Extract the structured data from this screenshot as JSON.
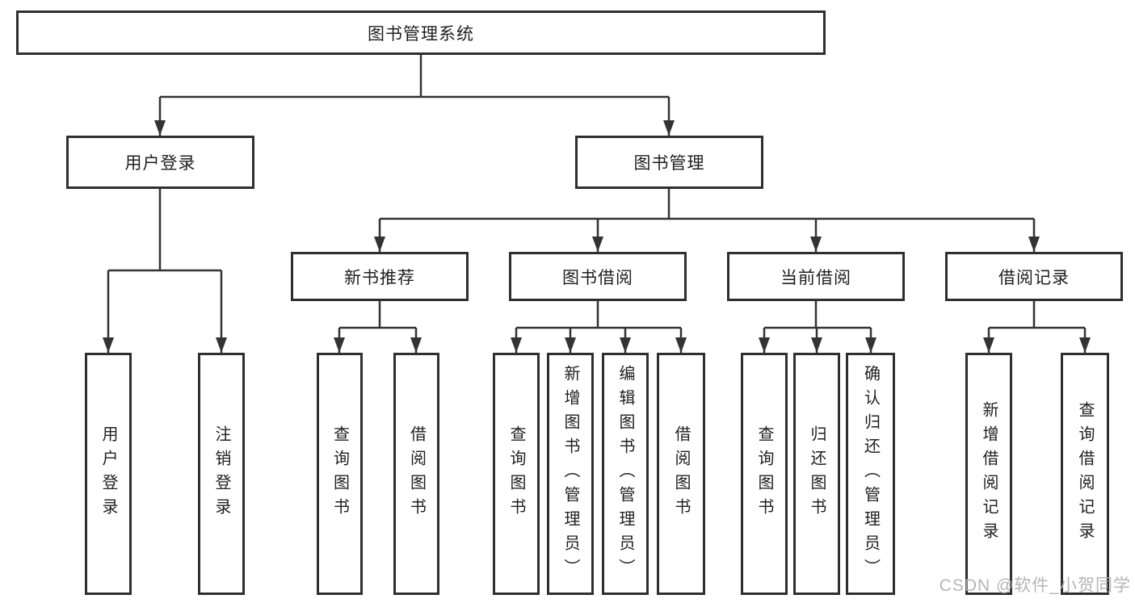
{
  "diagram": {
    "root": {
      "label": "图书管理系统"
    },
    "branches": [
      {
        "label": "用户登录",
        "children": [
          {
            "label": "用户登录"
          },
          {
            "label": "注销登录"
          }
        ]
      },
      {
        "label": "图书管理",
        "children": [
          {
            "label": "新书推荐",
            "children": [
              {
                "label": "查询图书"
              },
              {
                "label": "借阅图书"
              }
            ]
          },
          {
            "label": "图书借阅",
            "children": [
              {
                "label": "查询图书"
              },
              {
                "label": "新增图书（管理员）"
              },
              {
                "label": "编辑图书（管理员）"
              },
              {
                "label": "借阅图书"
              }
            ]
          },
          {
            "label": "当前借阅",
            "children": [
              {
                "label": "查询图书"
              },
              {
                "label": "归还图书"
              },
              {
                "label": "确认归还（管理员）"
              }
            ]
          },
          {
            "label": "借阅记录",
            "children": [
              {
                "label": "新增借阅记录"
              },
              {
                "label": "查询借阅记录"
              }
            ]
          }
        ]
      }
    ]
  },
  "watermark": {
    "text": "CSDN @软件_小贺同学"
  },
  "colors": {
    "line": "#333333",
    "box_border": "#2f2f2f",
    "text": "#1f1f1f",
    "watermark": "#afafaf",
    "background": "#ffffff"
  }
}
